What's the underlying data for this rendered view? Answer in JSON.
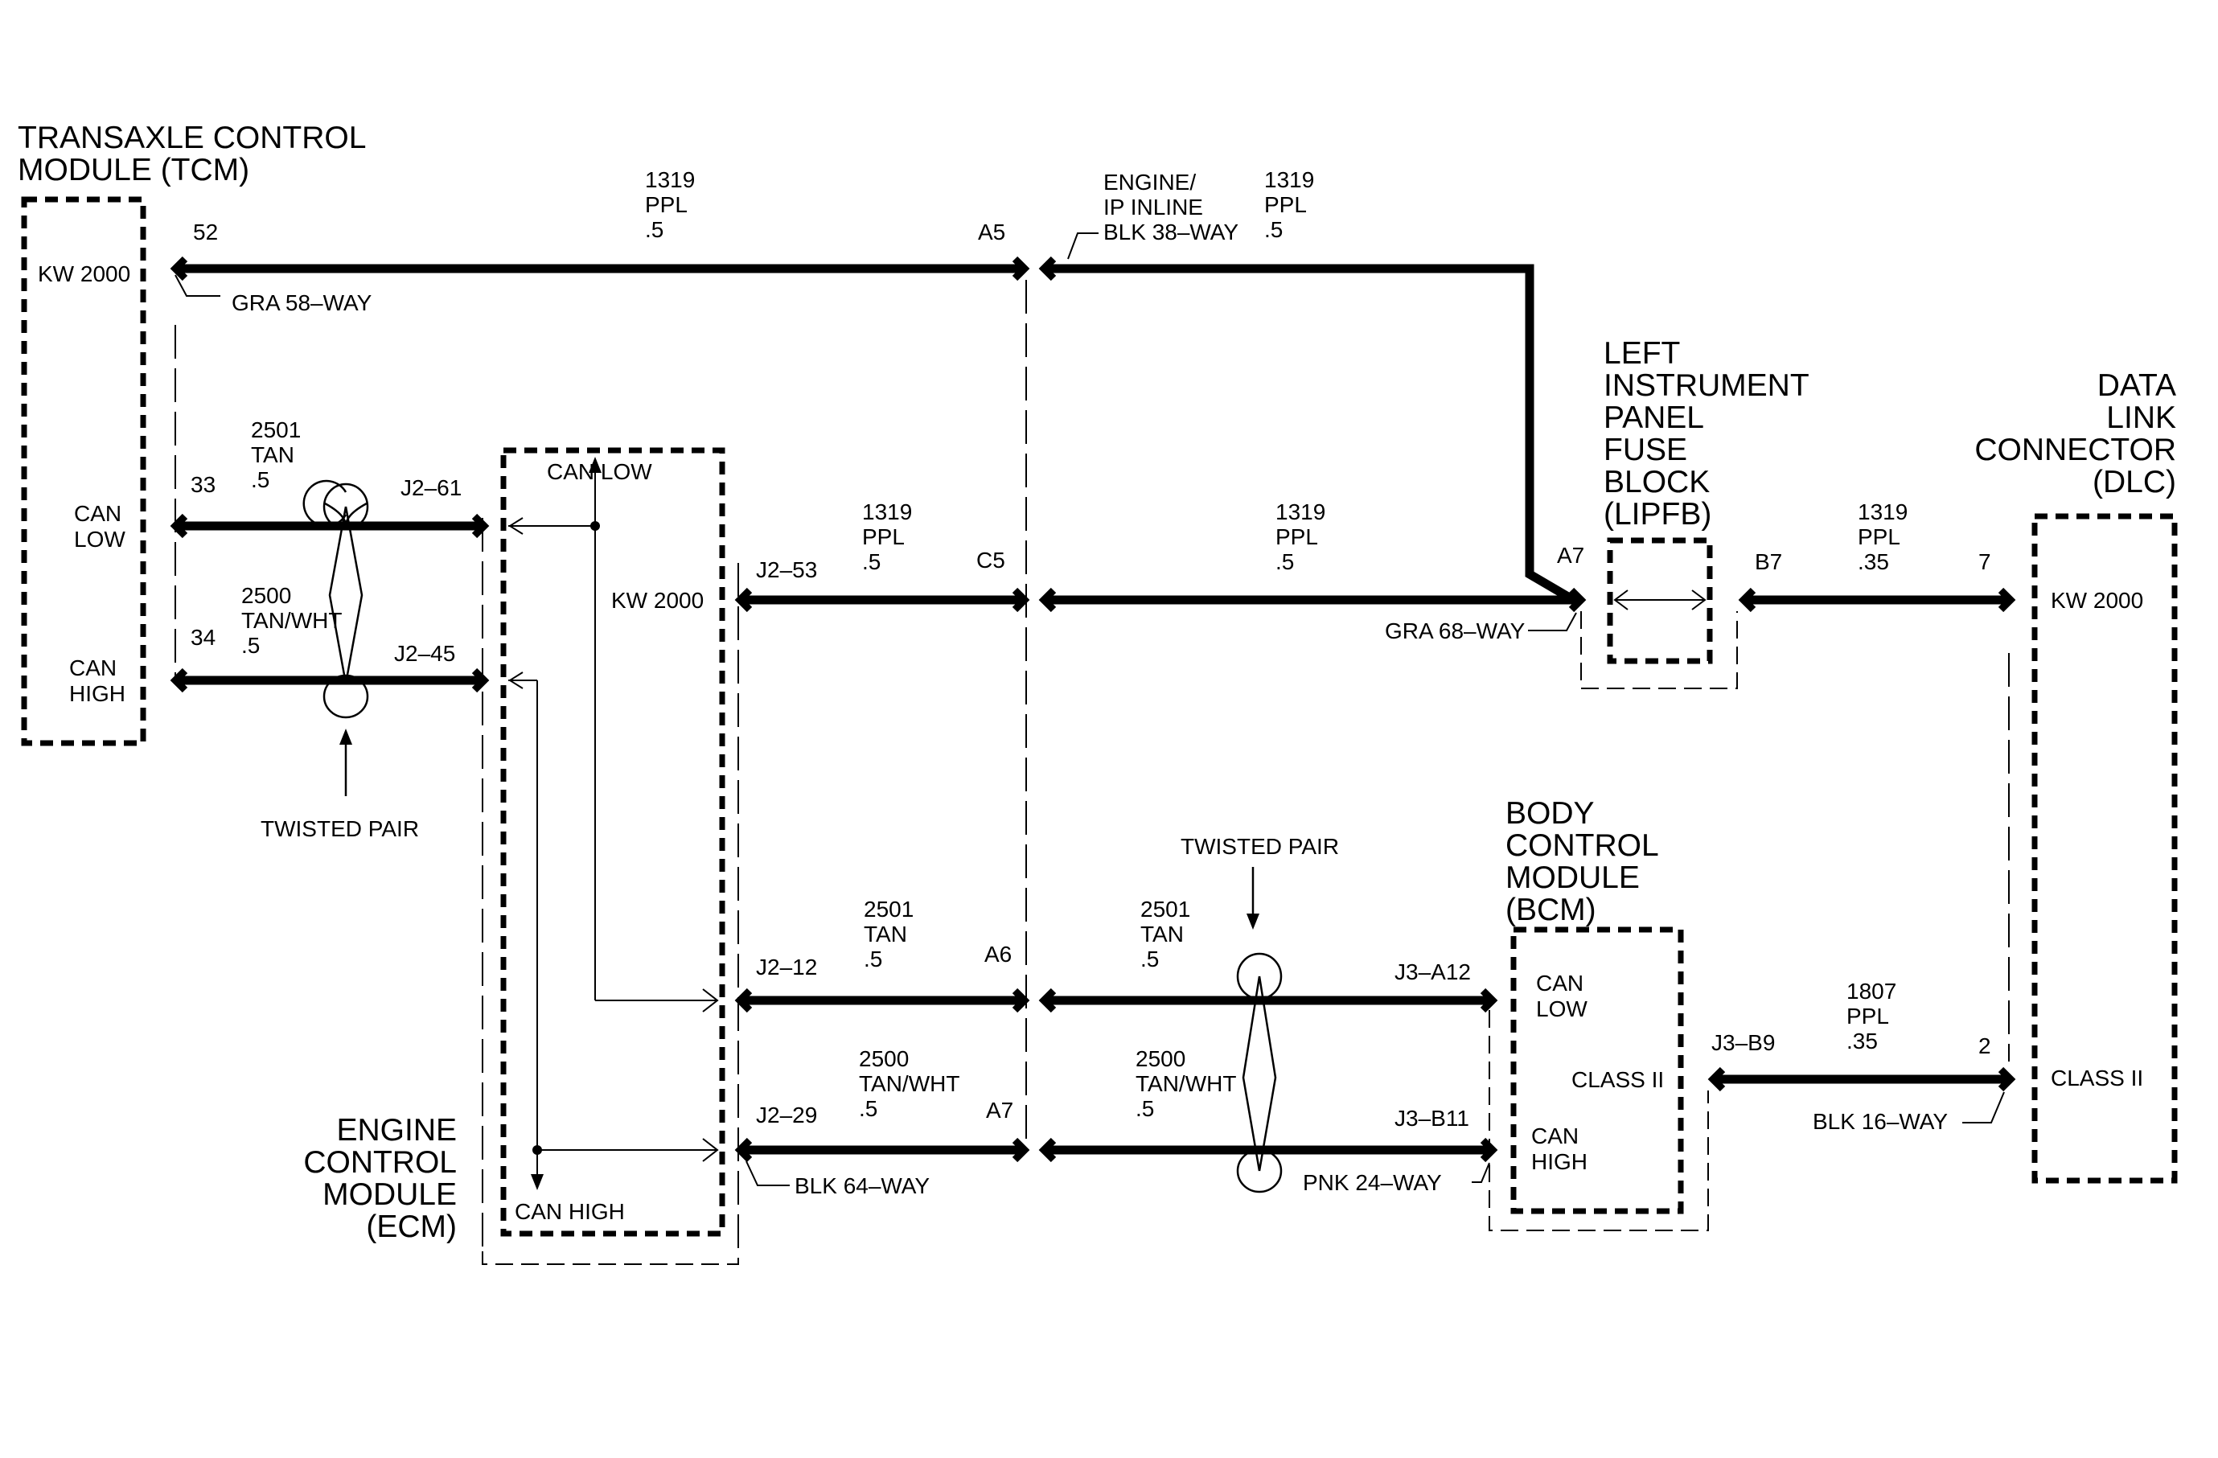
{
  "modules": {
    "tcm": {
      "name_line1": "TRANSAXLE CONTROL",
      "name_line2": "MODULE (TCM)",
      "protocol": "KW 2000",
      "can_low_l1": "CAN",
      "can_low_l2": "LOW",
      "can_high_l1": "CAN",
      "can_high_l2": "HIGH",
      "connector": "GRA 58–WAY",
      "pin_52": "52",
      "pin_33": "33",
      "pin_34": "34"
    },
    "ecm": {
      "name_line1": "ENGINE",
      "name_line2": "CONTROL",
      "name_line3": "MODULE",
      "name_line4": "(ECM)",
      "can_low": "CAN LOW",
      "can_high": "CAN HIGH",
      "protocol": "KW 2000",
      "connector": "BLK 64–WAY",
      "pin_j2_61": "J2–61",
      "pin_j2_45": "J2–45",
      "pin_j2_53": "J2–53",
      "pin_j2_12": "J2–12",
      "pin_j2_29": "J2–29"
    },
    "lipfb": {
      "name_line1": "LEFT",
      "name_line2": "INSTRUMENT",
      "name_line3": "PANEL",
      "name_line4": "FUSE",
      "name_line5": "BLOCK",
      "name_line6": "(LIPFB)",
      "connector": "GRA 68–WAY",
      "pin_a7": "A7",
      "pin_b7": "B7"
    },
    "dlc": {
      "name_line1": "DATA",
      "name_line2": "LINK",
      "name_line3": "CONNECTOR",
      "name_line4": "(DLC)",
      "protocol": "KW 2000",
      "class2": "CLASS II",
      "pin_7": "7",
      "pin_2": "2"
    },
    "bcm": {
      "name_line1": "BODY",
      "name_line2": "CONTROL",
      "name_line3": "MODULE",
      "name_line4": "(BCM)",
      "can_low_l1": "CAN",
      "can_low_l2": "LOW",
      "can_high_l1": "CAN",
      "can_high_l2": "HIGH",
      "class2": "CLASS II",
      "connector_pnk": "PNK 24–WAY",
      "connector_blk": "BLK 16–WAY",
      "pin_j3_a12": "J3–A12",
      "pin_j3_b11": "J3–B11",
      "pin_j3_b9": "J3–B9"
    },
    "inline": {
      "name_line1": "ENGINE/",
      "name_line2": "IP INLINE",
      "name_line3": "BLK 38–WAY",
      "pin_a5": "A5",
      "pin_c5": "C5",
      "pin_a6": "A6",
      "pin_a7": "A7"
    }
  },
  "wires": {
    "w1319_tcm": {
      "circuit": "1319",
      "color": "PPL",
      "gauge": ".5"
    },
    "w1319_inl": {
      "circuit": "1319",
      "color": "PPL",
      "gauge": ".5"
    },
    "w1319_ecm": {
      "circuit": "1319",
      "color": "PPL",
      "gauge": ".5"
    },
    "w1319_mid": {
      "circuit": "1319",
      "color": "PPL",
      "gauge": ".5"
    },
    "w1319_dlc": {
      "circuit": "1319",
      "color": "PPL",
      "gauge": ".35"
    },
    "w2501_tcm": {
      "circuit": "2501",
      "color": "TAN",
      "gauge": ".5"
    },
    "w2500_tcm": {
      "circuit": "2500",
      "color": "TAN/WHT",
      "gauge": ".5"
    },
    "w2501_ecm": {
      "circuit": "2501",
      "color": "TAN",
      "gauge": ".5"
    },
    "w2501_bcm": {
      "circuit": "2501",
      "color": "TAN",
      "gauge": ".5"
    },
    "w2500_ecm": {
      "circuit": "2500",
      "color": "TAN/WHT",
      "gauge": ".5"
    },
    "w2500_bcm": {
      "circuit": "2500",
      "color": "TAN/WHT",
      "gauge": ".5"
    },
    "w1807": {
      "circuit": "1807",
      "color": "PPL",
      "gauge": ".35"
    }
  },
  "labels": {
    "twisted_pair_1": "TWISTED PAIR",
    "twisted_pair_2": "TWISTED PAIR"
  }
}
